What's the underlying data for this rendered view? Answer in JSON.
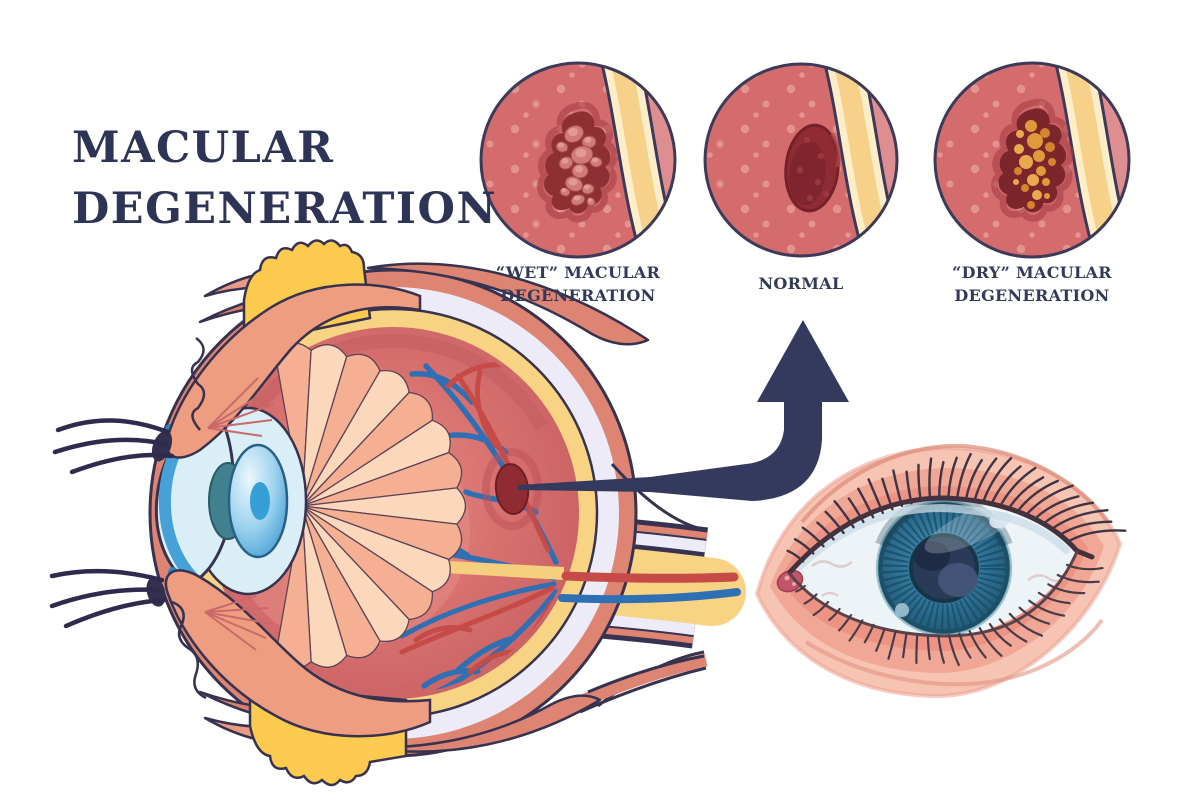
{
  "title": {
    "line1": "MACULAR",
    "line2": "DEGENERATION",
    "color": "#2e3456"
  },
  "insets": {
    "wet": {
      "label_line1": "“WET” MACULAR",
      "label_line2": "DEGENERATION"
    },
    "normal": {
      "label_line1": "NORMAL",
      "label_line2": ""
    },
    "dry": {
      "label_line1": "“DRY” MACULAR",
      "label_line2": "DEGENERATION"
    }
  },
  "palette": {
    "text_navy": "#2e3456",
    "outline_navy": "#37324f",
    "arrow_navy": "#343a5e",
    "inset_red": "#d46c6e",
    "inset_red_light": "#de8e90",
    "inset_dot_pink": "#e4938f",
    "band_cream": "#fdeec9",
    "band_yellow": "#f7d189",
    "lesion_dark_red": "#8e2f33",
    "drusen_orange": "#e09a3c",
    "sclera_white": "#ecebf7",
    "choroid_yellow": "#f8d383",
    "vitreous_red": "#d7716f",
    "muscle_salmon": "#dd8473",
    "eyelid_salmon": "#ee9d80",
    "fat_yellow": "#fbca4f",
    "vessel_blue": "#2f6fb4",
    "vessel_red": "#c64a45",
    "lens_blue": "#46a0d4",
    "cornea_pale": "#daeef8",
    "iris_teal": "#2e7294",
    "pupil_navy": "#263750",
    "skin_pink": "#f7c3b3"
  }
}
